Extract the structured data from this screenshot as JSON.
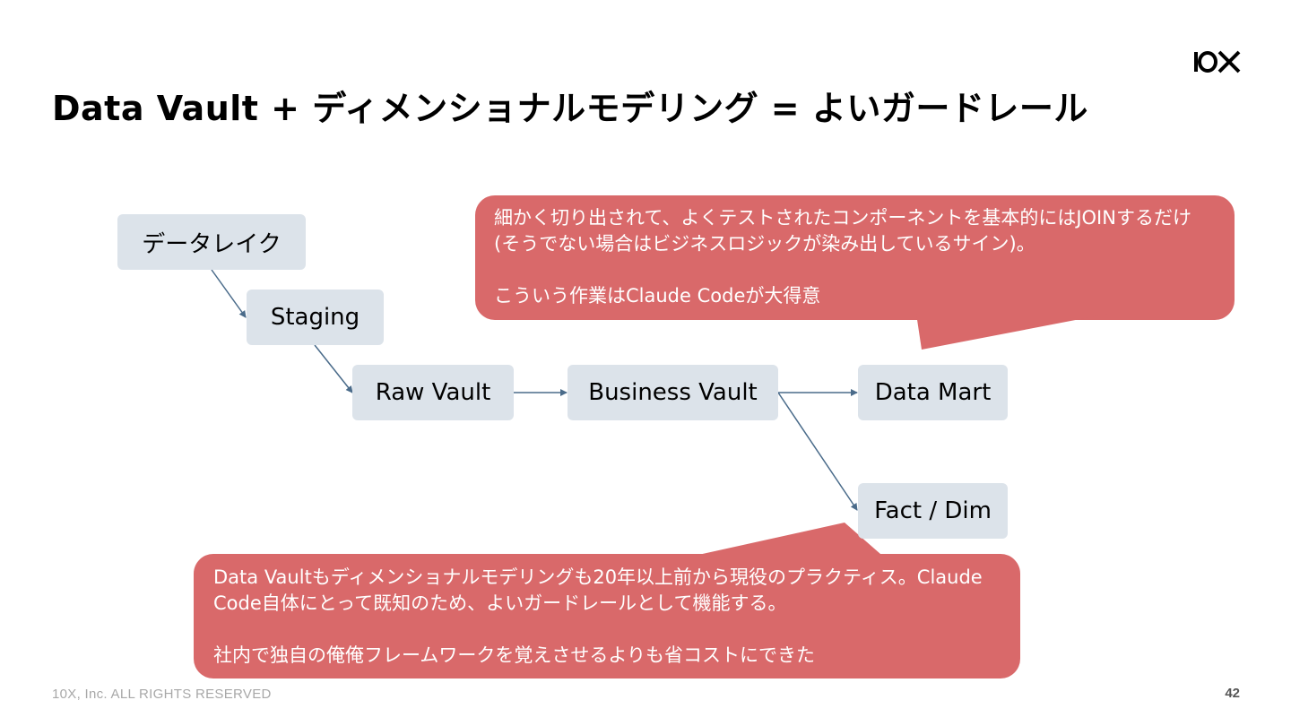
{
  "slide": {
    "title": "Data Vault + ディメンショナルモデリング = よいガードレール",
    "logo_text": "10X",
    "footer": "10X, Inc. ALL RIGHTS RESERVED",
    "page_number": "42"
  },
  "diagram": {
    "nodes": {
      "data_lake": "データレイク",
      "staging": "Staging",
      "raw_vault": "Raw Vault",
      "business_vault": "Business Vault",
      "data_mart": "Data Mart",
      "fact_dim": "Fact / Dim"
    },
    "edges": [
      [
        "data_lake",
        "staging"
      ],
      [
        "staging",
        "raw_vault"
      ],
      [
        "raw_vault",
        "business_vault"
      ],
      [
        "business_vault",
        "data_mart"
      ],
      [
        "business_vault",
        "fact_dim"
      ]
    ]
  },
  "callouts": {
    "top": {
      "line1": "細かく切り出されて、よくテストされたコンポーネントを基本的にはJOINするだけ",
      "line2": "(そうでない場合はビジネスロジックが染み出しているサイン)。",
      "line3": "こういう作業はClaude Codeが大得意"
    },
    "bottom": {
      "line1": "Data Vaultもディメンショナルモデリングも20年以上前から現役のプラクティス。Claude",
      "line2": "Code自体にとって既知のため、よいガードレールとして機能する。",
      "line3": "社内で独自の俺俺フレームワークを覚えさせるよりも省コストにできた"
    }
  },
  "colors": {
    "callout": "#d9696a",
    "node": "#dce3ea",
    "arrow": "#4a6b8a"
  }
}
